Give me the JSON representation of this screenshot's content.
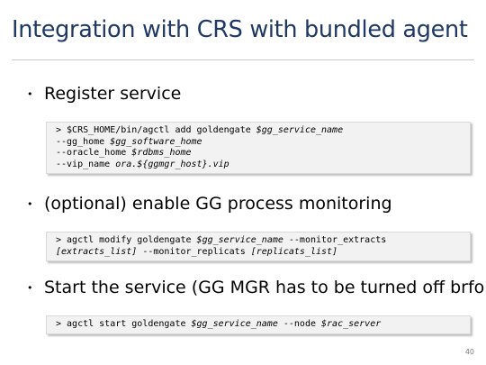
{
  "slide": {
    "title": "Integration with CRS with  bundled agent",
    "page_number": "40"
  },
  "sections": [
    {
      "bullet": "Register service",
      "code": [
        [
          {
            "t": "> $CRS_HOME/bin/agctl add goldengate ",
            "v": false
          },
          {
            "t": "$gg_service_name",
            "v": true
          }
        ],
        [
          {
            "t": "--gg_home ",
            "v": false
          },
          {
            "t": "$gg_software_home",
            "v": true
          }
        ],
        [
          {
            "t": "--oracle_home ",
            "v": false
          },
          {
            "t": "$rdbms_home",
            "v": true
          }
        ],
        [
          {
            "t": "--vip_name ",
            "v": false
          },
          {
            "t": "ora.${ggmgr_host}.vip",
            "v": true
          }
        ]
      ]
    },
    {
      "bullet": "(optional) enable GG process monitoring",
      "code": [
        [
          {
            "t": "> agctl modify goldengate ",
            "v": false
          },
          {
            "t": "$gg_service_name",
            "v": true
          },
          {
            "t": " --monitor_extracts",
            "v": false
          }
        ],
        [
          {
            "t": "[extracts_list]",
            "v": true
          },
          {
            "t": " --monitor_replicats ",
            "v": false
          },
          {
            "t": "[replicats_list]",
            "v": true
          }
        ]
      ]
    },
    {
      "bullet": "Start the service (GG MGR has to be turned off brfore)",
      "code": [
        [
          {
            "t": "> agctl start goldengate ",
            "v": false
          },
          {
            "t": "$gg_service_name",
            "v": true
          },
          {
            "t": " --node ",
            "v": false
          },
          {
            "t": "$rac_server",
            "v": true
          }
        ]
      ]
    }
  ]
}
